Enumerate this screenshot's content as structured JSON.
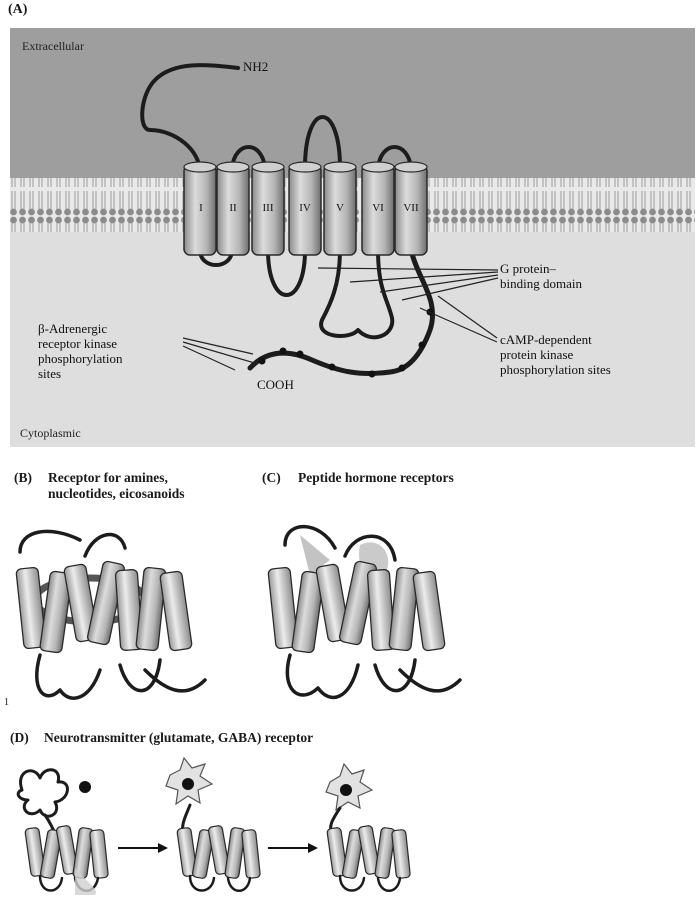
{
  "panel_a": {
    "letter": "(A)",
    "extracellular_label": "Extracellular",
    "cytoplasmic_label": "Cytoplasmic",
    "nh2_label": "NH2",
    "cooh_label": "COOH",
    "helices": [
      "I",
      "II",
      "III",
      "IV",
      "V",
      "VI",
      "VII"
    ],
    "g_protein_label": "G protein–\nbinding domain",
    "adrenergic_label": "β-Adrenergic\nreceptor kinase\nphosphorylation\nsites",
    "camp_label": "cAMP-dependent\nprotein kinase\nphosphorylation sites"
  },
  "panel_b": {
    "letter": "(B)",
    "title": "Receptor for amines,\nnucleotides, eicosanoids"
  },
  "panel_c": {
    "letter": "(C)",
    "title": "Peptide hormone receptors"
  },
  "panel_d": {
    "letter": "(D)",
    "title": "Neurotransmitter (glutamate, GABA) receptor"
  },
  "stray_mark": "1"
}
